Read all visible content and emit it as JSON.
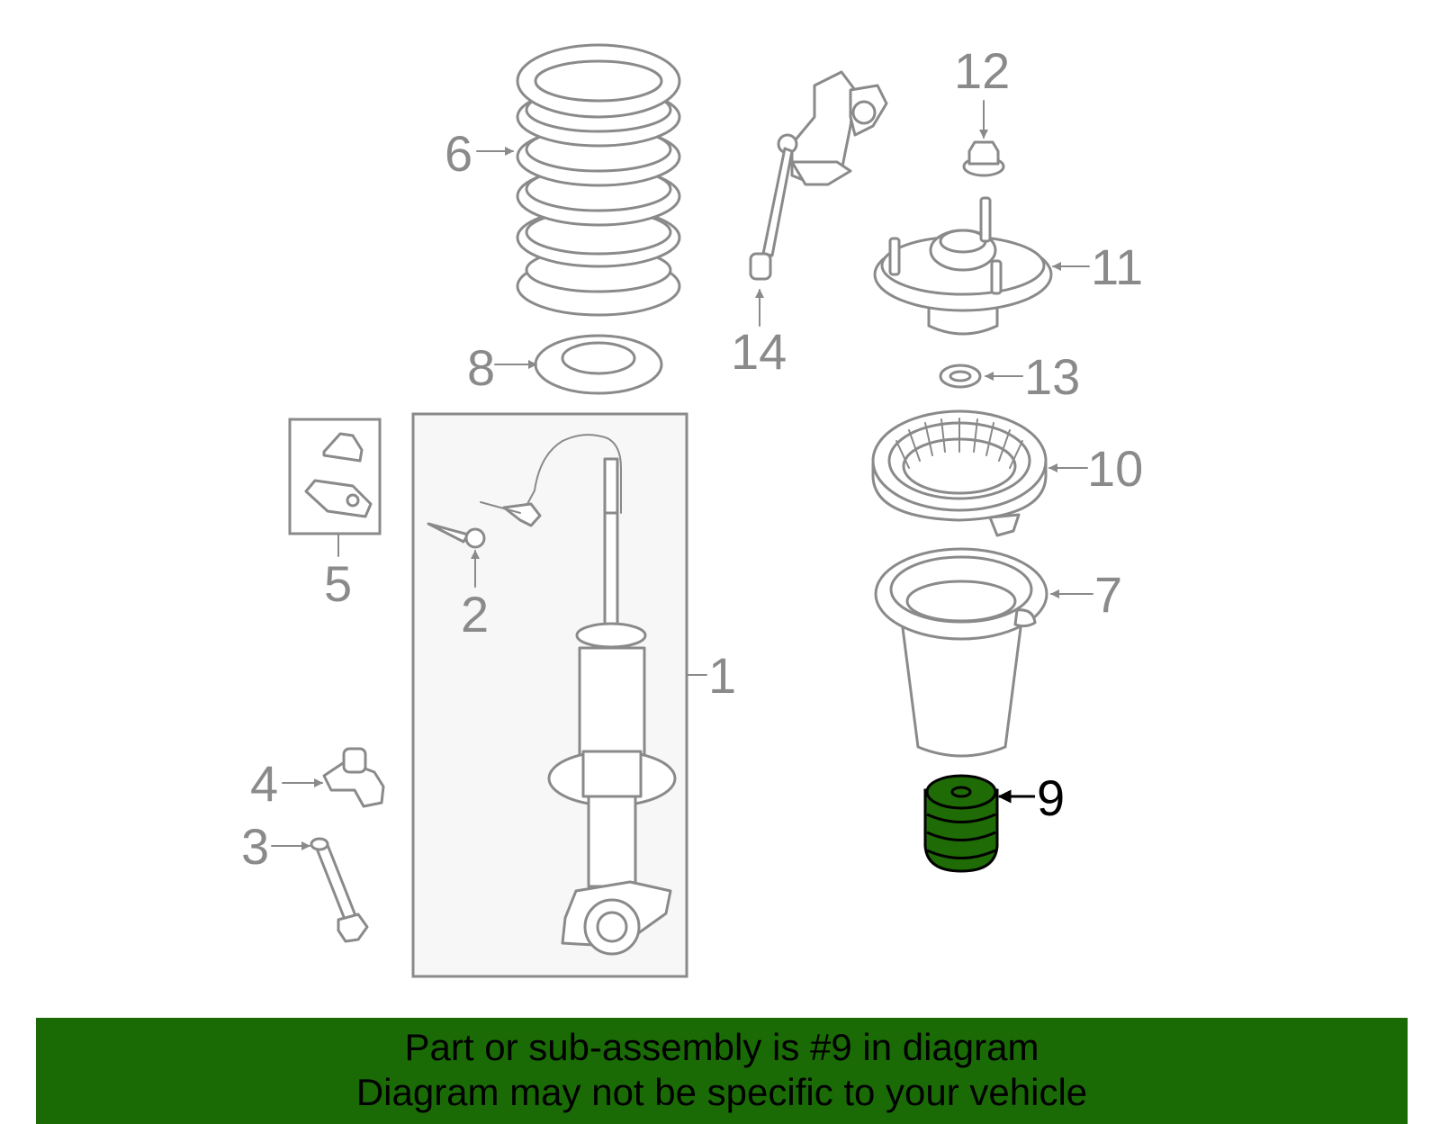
{
  "diagram": {
    "callouts": [
      "1",
      "2",
      "3",
      "4",
      "5",
      "6",
      "7",
      "8",
      "9",
      "10",
      "11",
      "12",
      "13",
      "14"
    ],
    "highlighted_part": "9",
    "colors": {
      "line": "#8a8a8a",
      "highlight_fill": "#1f6b05",
      "banner": "#1a6b06"
    }
  },
  "banner": {
    "line1": "Part or sub-assembly is #9 in diagram",
    "line2": "Diagram may not be specific to your vehicle"
  }
}
